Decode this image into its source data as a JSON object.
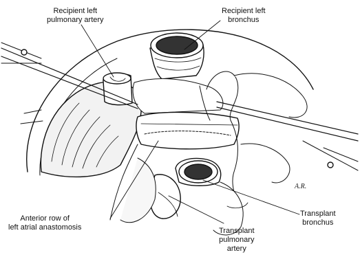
{
  "labels": {
    "recipient_artery": [
      "Recipient left",
      "pulmonary artery"
    ],
    "recipient_bronchus": [
      "Recipient left",
      "bronchus"
    ],
    "anterior_row": [
      "Anterior row of",
      "left atrial anastomosis"
    ],
    "transplant_bronchus": [
      "Transplant",
      "bronchus"
    ],
    "transplant_artery": [
      "Transplant",
      "pulmonary",
      "artery"
    ]
  },
  "signature": "A.R."
}
